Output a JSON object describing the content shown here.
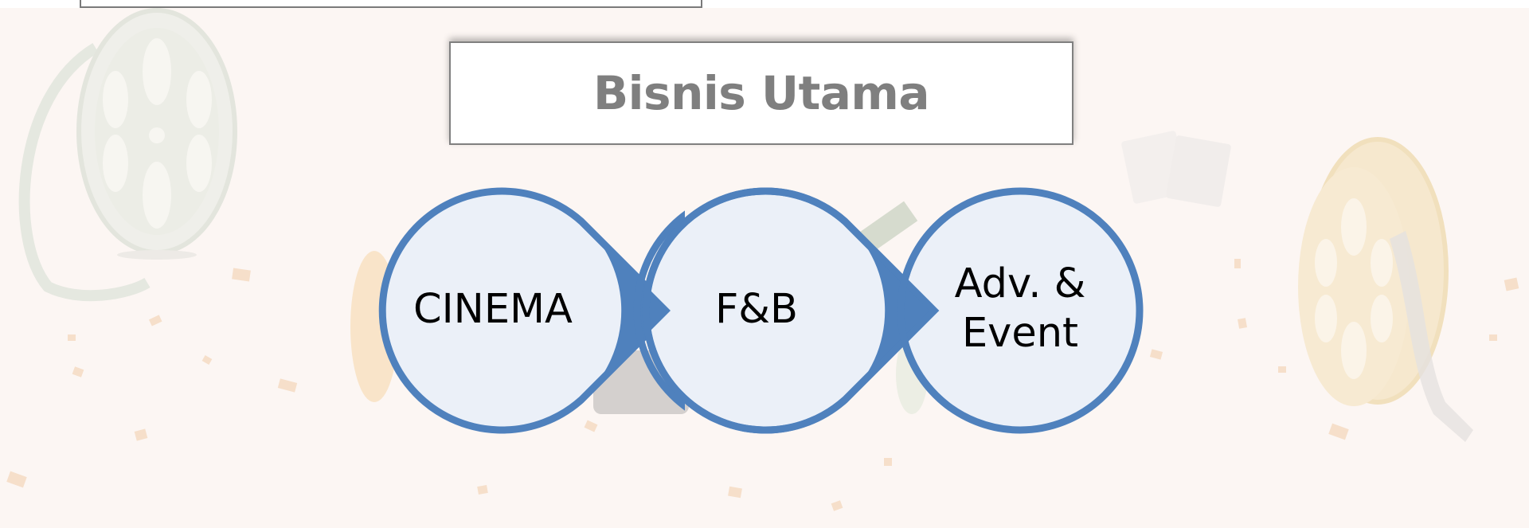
{
  "title": "Bisnis Utama",
  "colors": {
    "slide_background": "#fcf6f3",
    "node_fill": "#ebf0f8",
    "node_stroke": "#4f81bd",
    "title_text": "#7f7f7f",
    "title_border": "#808080"
  },
  "decorations": [
    "film-reel-icon",
    "film-reel-icon",
    "ticket-icon",
    "film-strip-icon",
    "confetti"
  ],
  "flow": {
    "nodes": [
      {
        "label": "CINEMA"
      },
      {
        "label": "F&B"
      },
      {
        "label": "Adv. &\nEvent"
      }
    ]
  }
}
